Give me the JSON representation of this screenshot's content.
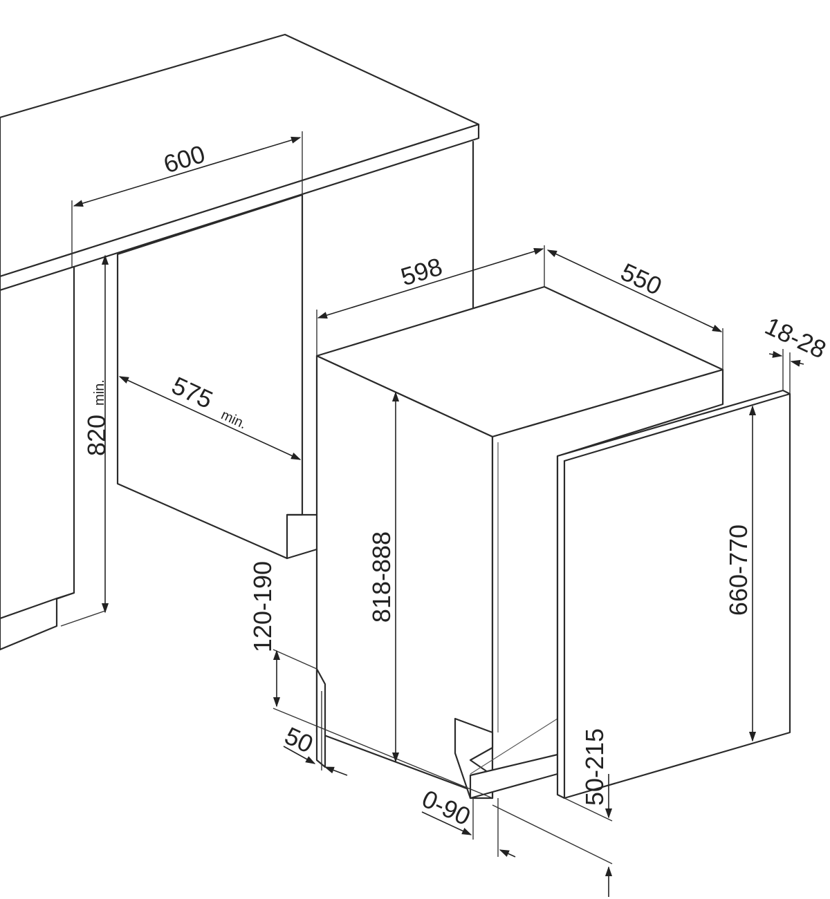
{
  "dimensions": {
    "worktop_width": "600",
    "niche_depth": "575",
    "niche_depth_suffix": "min.",
    "niche_height": "820",
    "niche_height_suffix": "min.",
    "appliance_width": "598",
    "appliance_depth": "550",
    "appliance_height": "818-888",
    "panel_thickness": "18-28",
    "panel_height": "660-770",
    "plinth_height": "120-190",
    "plinth_setback": "50",
    "foot_adjust": "0-90",
    "panel_gap": "50-215"
  }
}
